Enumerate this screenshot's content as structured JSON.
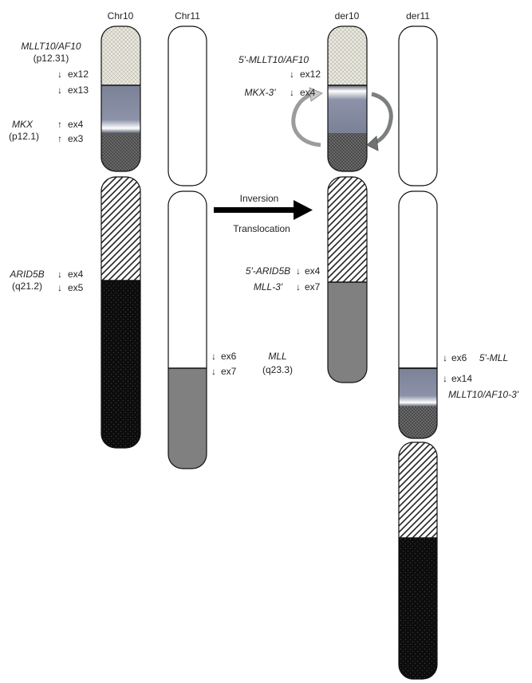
{
  "chromosomes": {
    "chr10": "Chr10",
    "chr11": "Chr11",
    "der10": "der10",
    "der11": "der11"
  },
  "chr10_labels": {
    "gene1": "MLLT10/AF10",
    "band1": "(p12.31)",
    "ex12": "ex12",
    "ex13": "ex13",
    "gene2": "MKX",
    "band2": "(p12.1)",
    "ex4": "ex4",
    "ex3": "ex3",
    "gene3": "ARID5B",
    "band3": "(q21.2)",
    "ex4b": "ex4",
    "ex5": "ex5"
  },
  "chr11_labels": {
    "ex6": "ex6",
    "ex7": "ex7",
    "gene": "MLL",
    "band": "(q23.3)"
  },
  "arrow": {
    "top": "Inversion",
    "bottom": "Translocation"
  },
  "der10_labels": {
    "gene1": "5'-MLLT10/AF10",
    "ex12": "ex12",
    "gene2": "MKX-3'",
    "ex4": "ex4",
    "gene3": "5'-ARID5B",
    "ex4b": "ex4",
    "gene4": "MLL-3'",
    "ex7": "ex7"
  },
  "der11_labels": {
    "ex6": "ex6",
    "gene1": "5'-MLL",
    "ex14": "ex14",
    "gene2": "MLLT10/AF10-3'"
  }
}
